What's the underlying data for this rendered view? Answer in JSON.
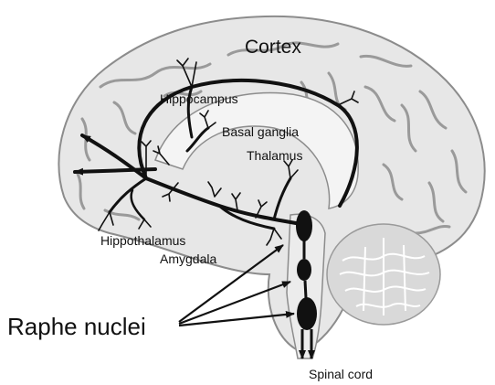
{
  "labels": {
    "cortex": "Cortex",
    "hippocampus": "Hippocampus",
    "basal_ganglia": "Basal ganglia",
    "thalamus": "Thalamus",
    "hippothalamus": "Hippothalamus",
    "amygdala": "Amygdala",
    "raphe_nuclei": "Raphe nuclei",
    "spinal_cord": "Spinal cord"
  },
  "colors": {
    "background": "#ffffff",
    "brain_fill": "#e7e7e7",
    "gyri_lines": "#9a9a9a",
    "pathway": "#111111",
    "cerebellum": "#d9d9d9"
  }
}
